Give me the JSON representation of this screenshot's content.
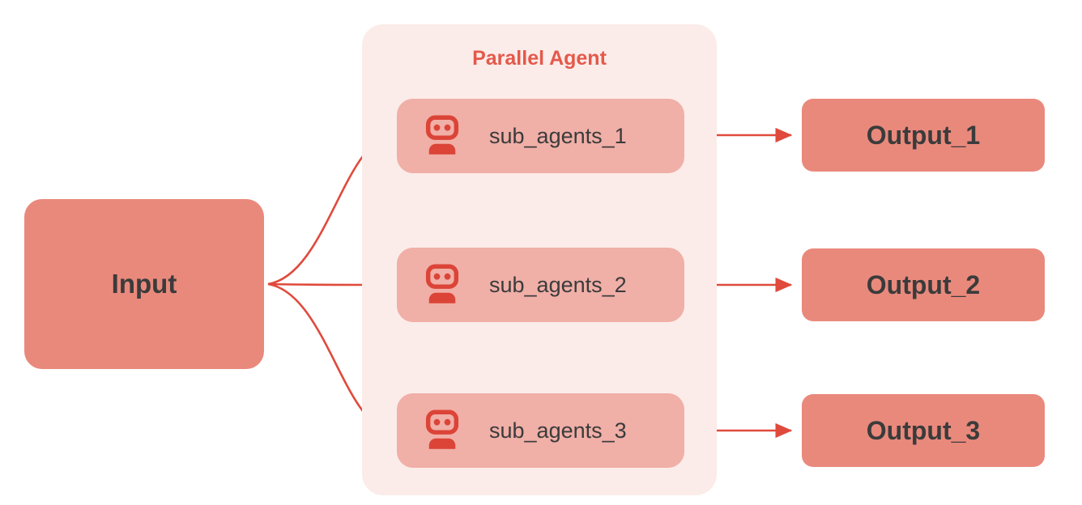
{
  "diagram": {
    "title": "Parallel Agent",
    "input": {
      "label": "Input"
    },
    "sub_agents": [
      {
        "label": "sub_agents_1",
        "icon": "robot-icon"
      },
      {
        "label": "sub_agents_2",
        "icon": "robot-icon"
      },
      {
        "label": "sub_agents_3",
        "icon": "robot-icon"
      }
    ],
    "outputs": [
      {
        "label": "Output_1"
      },
      {
        "label": "Output_2"
      },
      {
        "label": "Output_3"
      }
    ],
    "edges": [
      {
        "from": "Input",
        "to": "sub_agents_1"
      },
      {
        "from": "Input",
        "to": "sub_agents_2"
      },
      {
        "from": "Input",
        "to": "sub_agents_3"
      },
      {
        "from": "sub_agents_1",
        "to": "Output_1"
      },
      {
        "from": "sub_agents_2",
        "to": "Output_2"
      },
      {
        "from": "sub_agents_3",
        "to": "Output_3"
      }
    ],
    "colors": {
      "node_fill": "#E9897C",
      "sub_agent_fill": "#F0AFA7",
      "container_fill": "#FBECE9",
      "arrow": "#E04A3C",
      "title_text": "#E4594B",
      "label_text": "#3B3B3B",
      "icon": "#DB4437",
      "bg": "#FFFFFF"
    }
  }
}
